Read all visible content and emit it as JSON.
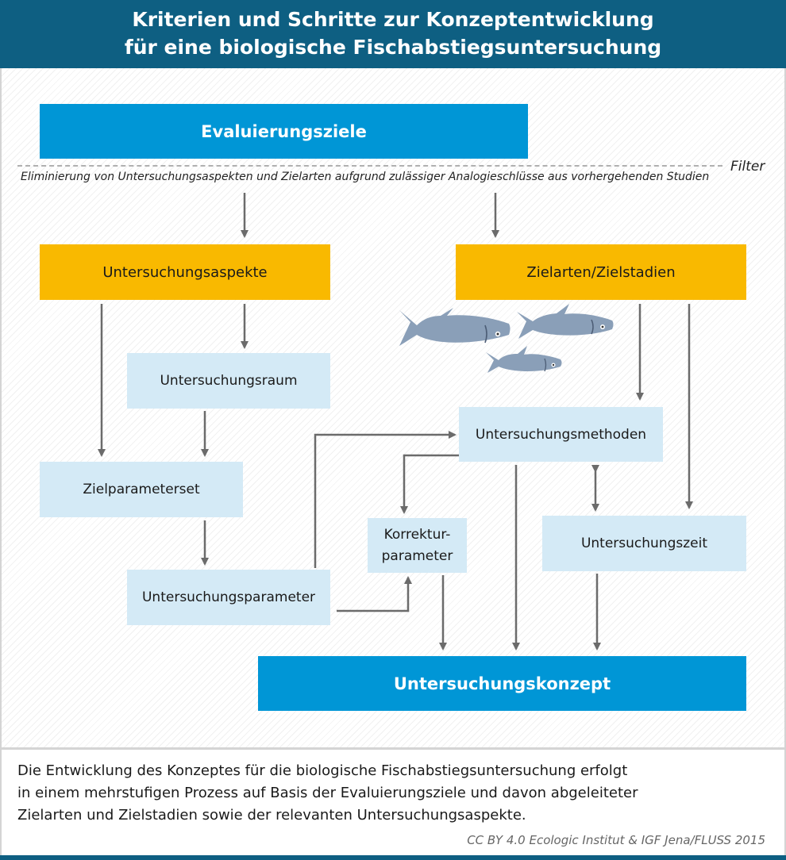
{
  "header": {
    "title_line1": "Kriterien und Schritte zur Konzeptentwicklung",
    "title_line2": "für eine biologische Fischabstiegsuntersuchung"
  },
  "filter": {
    "label": "Filter",
    "text": "Eliminierung von Untersuchungsaspekten und Zielarten aufgrund zulässiger Analogieschlüsse aus vorhergehenden Studien"
  },
  "nodes": {
    "evaluierungsziele": "Evaluierungsziele",
    "untersuchungsaspekte": "Untersuchungsaspekte",
    "zielarten": "Zielarten/Zielstadien",
    "untersuchungsraum": "Untersuchungsraum",
    "zielparameterset": "Zielparameterset",
    "untersuchungsparameter": "Untersuchungsparameter",
    "korrektur_line1": "Korrektur-",
    "korrektur_line2": "parameter",
    "untersuchungsmethoden": "Untersuchungsmethoden",
    "untersuchungszeit": "Untersuchungszeit",
    "untersuchungskonzept": "Untersuchungskonzept"
  },
  "caption": {
    "line1": "Die Entwicklung des Konzeptes für die biologische Fischabstiegsuntersuchung erfolgt",
    "line2": "in einem mehrstufigen Prozess auf Basis der Evaluierungsziele und davon abgeleiteter",
    "line3": "Zielarten und Zielstadien sowie der relevanten Untersuchungsaspekte."
  },
  "credit": "CC BY 4.0  Ecologic Institut & IGF Jena/FLUSS 2015",
  "colors": {
    "header": "#0e5f82",
    "dark_box": "#0096d6",
    "yellow_box": "#f9b900",
    "light_box": "#d4eaf6",
    "arrow": "#6b6b6b",
    "fish": "#8a9fb8"
  },
  "icons": [
    "fish-icon",
    "arrow-icon"
  ]
}
